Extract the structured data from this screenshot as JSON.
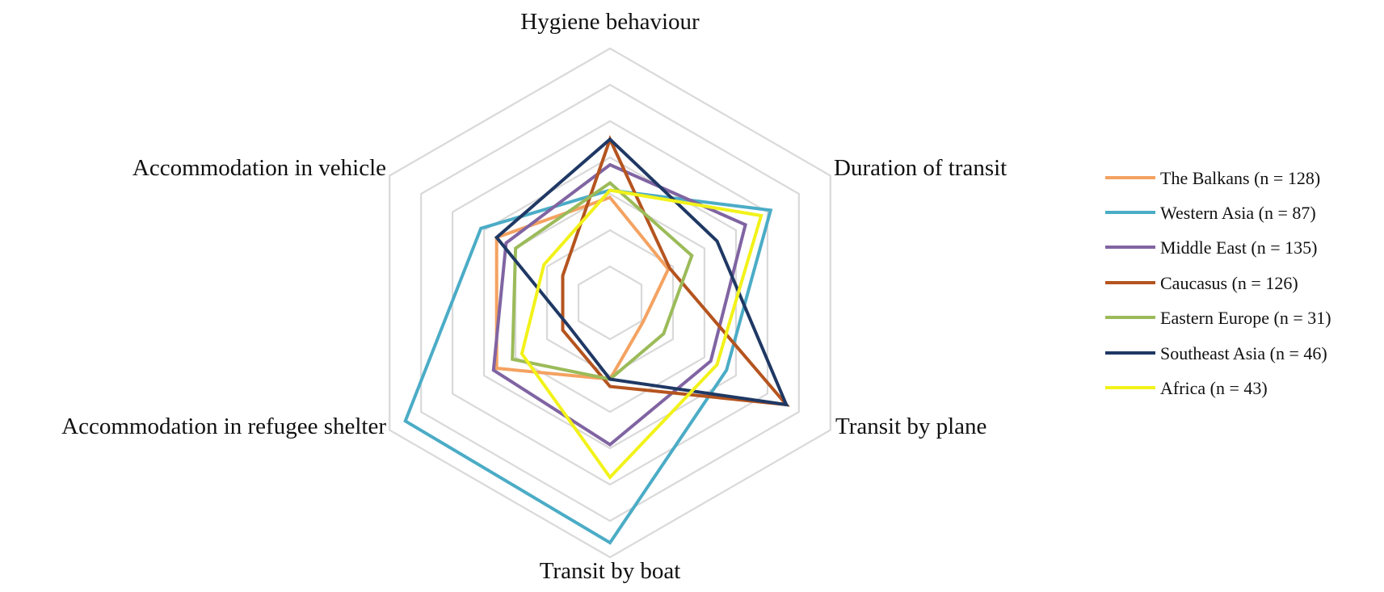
{
  "chart_data": {
    "type": "radar",
    "title": "",
    "axes": [
      "Hygiene behaviour",
      "Duration of transit",
      "Transit by plane",
      "Transit by boat",
      "Accommodation in refugee shelter",
      "Accommodation in vehicle"
    ],
    "rlim": [
      0,
      7
    ],
    "grid_rings": 7,
    "grid": true,
    "legend_position": "right",
    "series": [
      {
        "name": "The Balkans (n = 128)",
        "color": "#F4A261",
        "values": [
          2.9,
          1.85,
          1.05,
          2.1,
          3.6,
          3.6
        ]
      },
      {
        "name": "Western Asia (n = 87)",
        "color": "#4BACC6",
        "values": [
          3.1,
          5.1,
          3.7,
          6.6,
          6.5,
          4.1
        ]
      },
      {
        "name": "Middle East (n = 135)",
        "color": "#8064A2",
        "values": [
          3.8,
          4.3,
          3.2,
          3.9,
          3.7,
          3.3
        ]
      },
      {
        "name": "Caucasus (n = 126)",
        "color": "#B5541F",
        "values": [
          4.5,
          1.9,
          5.6,
          2.3,
          1.5,
          1.5
        ]
      },
      {
        "name": "Eastern Europe (n = 31)",
        "color": "#9BBB59",
        "values": [
          3.3,
          2.6,
          1.7,
          2.1,
          3.1,
          3.0
        ]
      },
      {
        "name": "Southeast Asia (n = 46)",
        "color": "#1F3864",
        "values": [
          4.5,
          3.4,
          5.6,
          2.1,
          1.3,
          3.6
        ]
      },
      {
        "name": "Africa (n = 43)",
        "color": "#F2F21A",
        "values": [
          3.1,
          4.8,
          3.4,
          4.8,
          2.8,
          2.1
        ]
      }
    ]
  }
}
